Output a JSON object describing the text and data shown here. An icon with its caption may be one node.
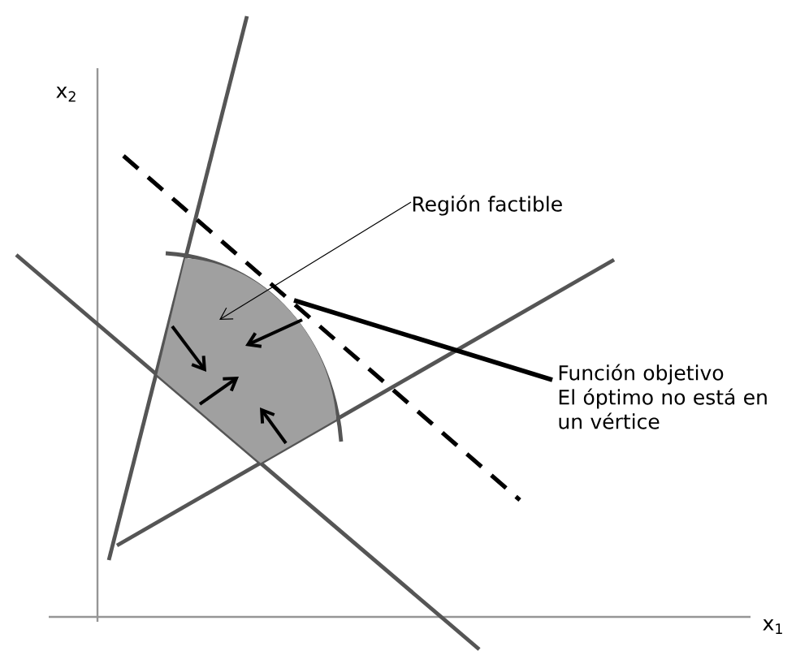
{
  "diagram": {
    "nodes": [
      {
        "text": [
          "Región factible"
        ]
      },
      {
        "text": [],
        "shape": "picture"
      },
      {
        "text": [
          "Función objetivo",
          "El óptimo no está en un vértice"
        ]
      }
    ],
    "edges": [
      {
        "from": 0,
        "to": 1,
        "arrow": "to"
      },
      {
        "from": 2,
        "to": 1,
        "arrow": "none",
        "style": "thick"
      }
    ],
    "labels": [
      "x$_{2}$",
      "x$_{1}$"
    ]
  }
}
